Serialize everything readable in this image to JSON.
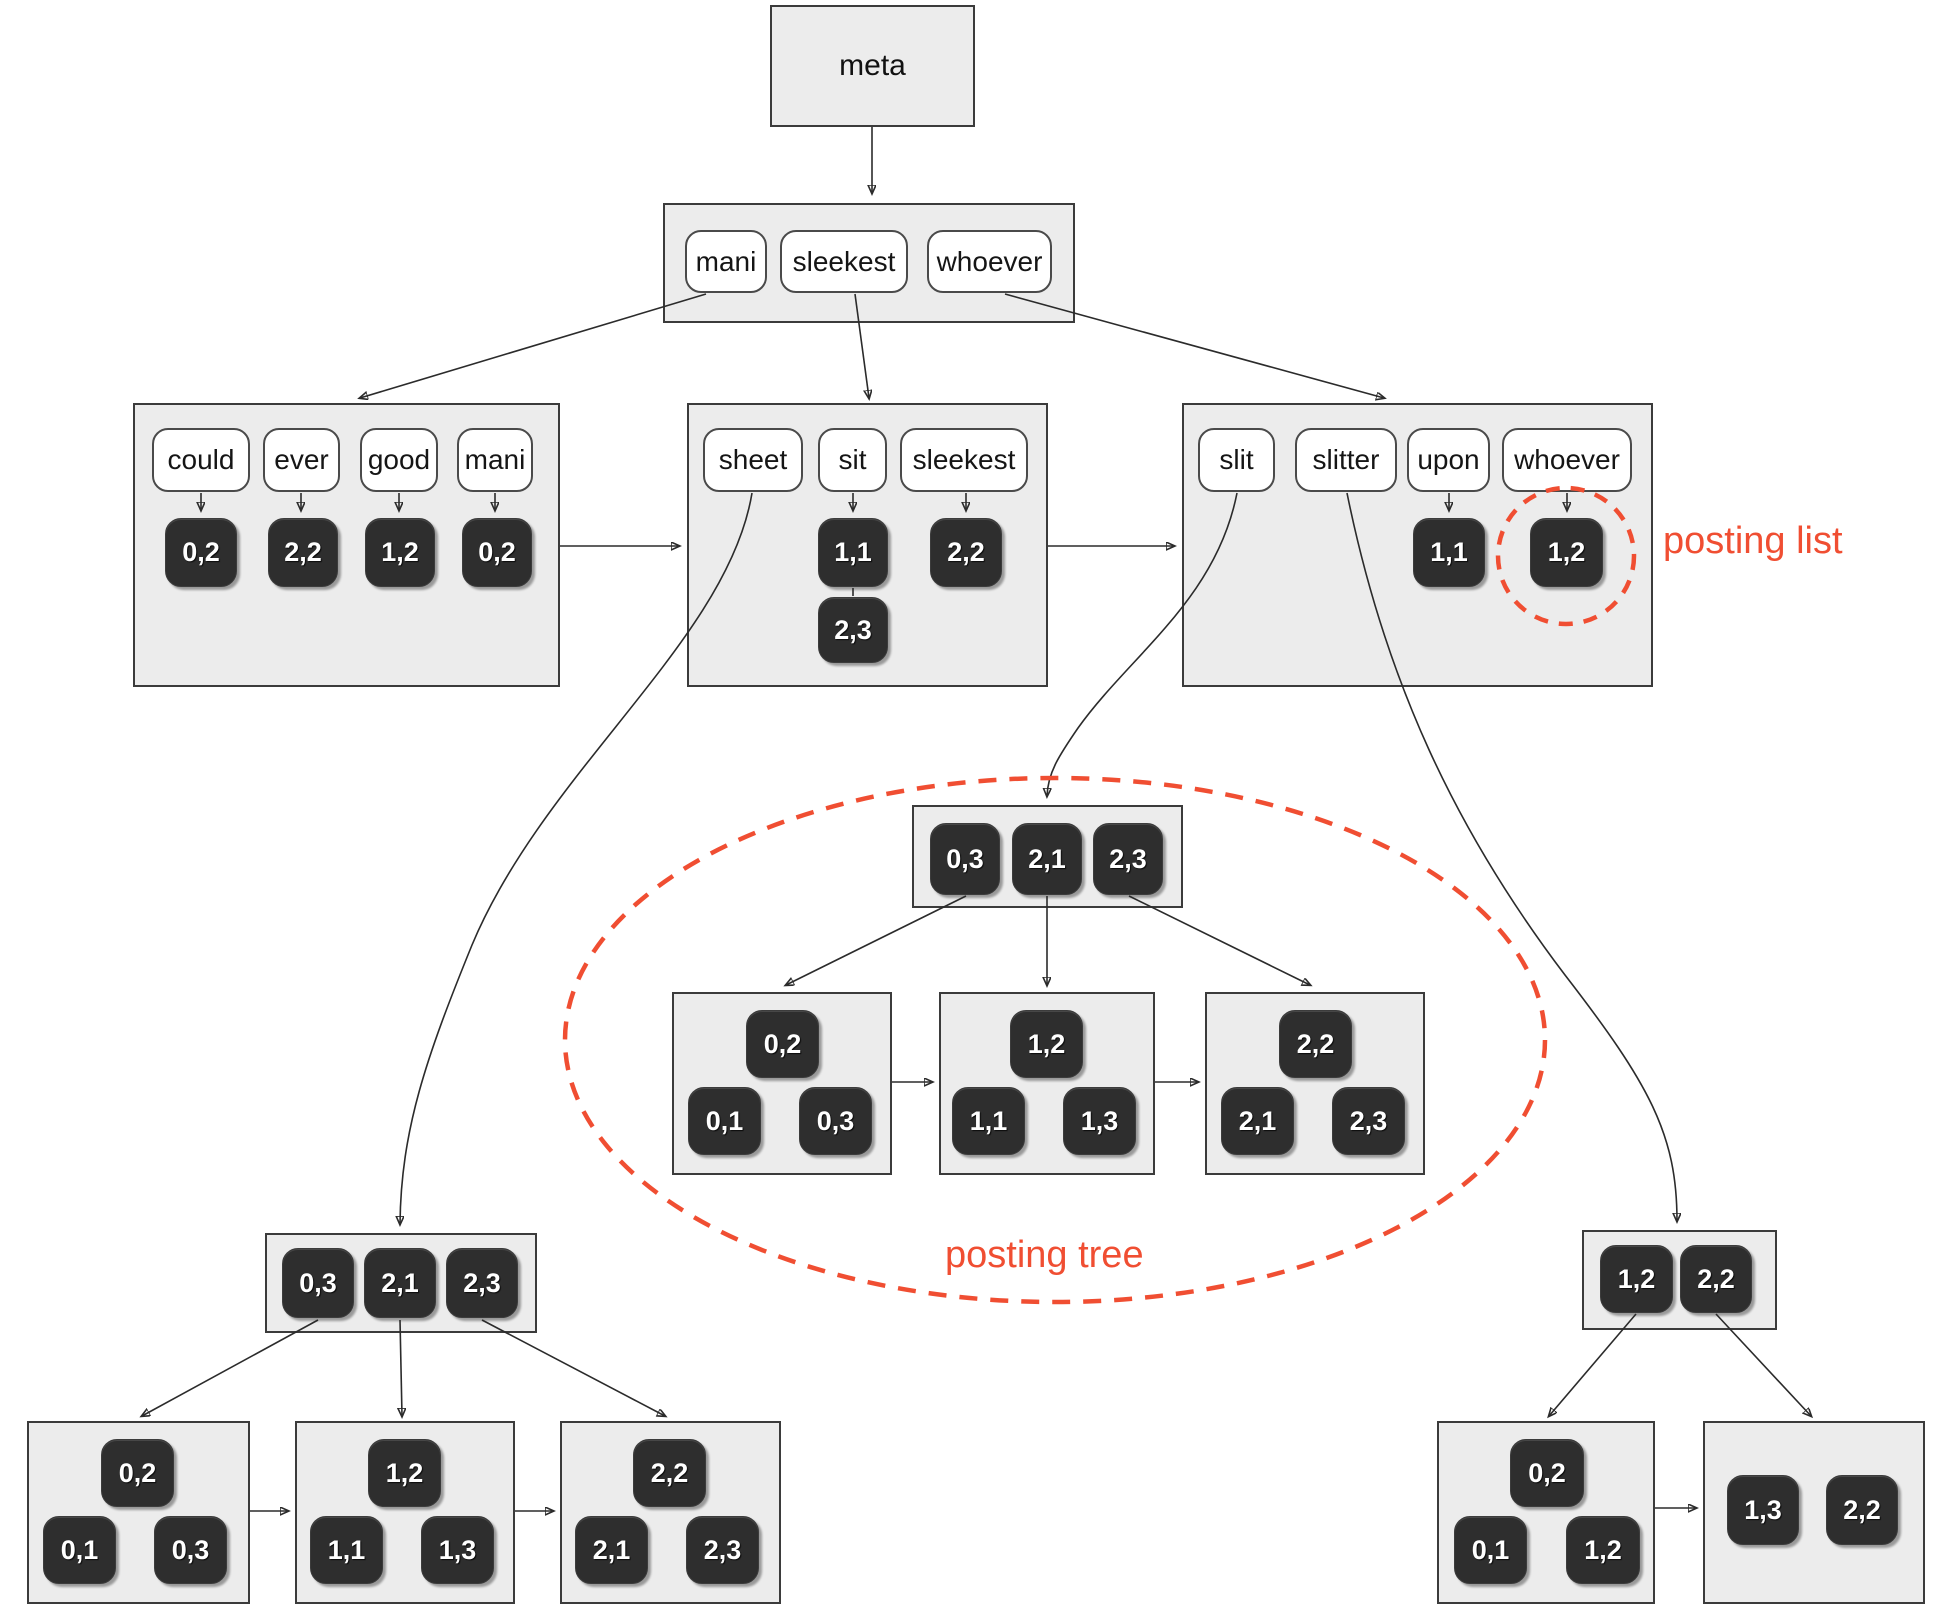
{
  "colors": {
    "accent_red": "#f04e32",
    "page_fill": "#ececec",
    "page_border": "#3b3b3b",
    "key_fill": "#ffffff",
    "posting_fill": "#2e2e2e",
    "posting_text": "#ffffff",
    "line": "#2b2b2b"
  },
  "annotations": {
    "posting_list": "posting list",
    "posting_tree": "posting tree"
  },
  "meta": {
    "label": "meta"
  },
  "entry_root": {
    "keys": [
      "mani",
      "sleekest",
      "whoever"
    ]
  },
  "entry_leaves": {
    "left": {
      "keys": [
        "could",
        "ever",
        "good",
        "mani"
      ],
      "postings": [
        "0,2",
        "2,2",
        "1,2",
        "0,2"
      ]
    },
    "middle": {
      "keys": [
        "sheet",
        "sit",
        "sleekest"
      ],
      "sit_postings": [
        "1,1",
        "2,3"
      ],
      "sleekest_postings": [
        "2,2"
      ]
    },
    "right": {
      "keys": [
        "slit",
        "slitter",
        "upon",
        "whoever"
      ],
      "upon_postings": [
        "1,1"
      ],
      "whoever_postings": [
        "1,2"
      ]
    }
  },
  "posting_tree_center": {
    "root": [
      "0,3",
      "2,1",
      "2,3"
    ],
    "leaves": [
      {
        "top": "0,2",
        "bottom": [
          "0,1",
          "0,3"
        ]
      },
      {
        "top": "1,2",
        "bottom": [
          "1,1",
          "1,3"
        ]
      },
      {
        "top": "2,2",
        "bottom": [
          "2,1",
          "2,3"
        ]
      }
    ]
  },
  "posting_tree_left": {
    "root": [
      "0,3",
      "2,1",
      "2,3"
    ],
    "leaves": [
      {
        "top": "0,2",
        "bottom": [
          "0,1",
          "0,3"
        ]
      },
      {
        "top": "1,2",
        "bottom": [
          "1,1",
          "1,3"
        ]
      },
      {
        "top": "2,2",
        "bottom": [
          "2,1",
          "2,3"
        ]
      }
    ]
  },
  "posting_tree_right": {
    "root": [
      "1,2",
      "2,2"
    ],
    "leaves": [
      {
        "top": "0,2",
        "bottom": [
          "0,1",
          "1,2"
        ]
      },
      {
        "row": [
          "1,3",
          "2,2"
        ]
      }
    ]
  }
}
